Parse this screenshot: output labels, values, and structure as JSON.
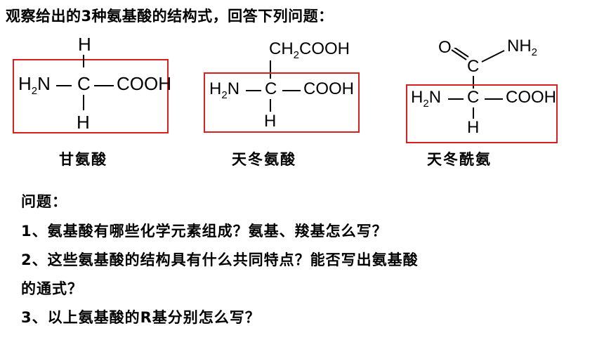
{
  "heading": "观察给出的3种氨基酸的结构式，回答下列问题：",
  "structures": [
    {
      "top_group": "H",
      "left_group_main": "H",
      "left_group_sub": "2",
      "left_group_tail": "N",
      "center": "C",
      "right_group": "COOH",
      "bottom_group": "H",
      "name": "甘氨酸"
    },
    {
      "top_group_main": "CH",
      "top_group_sub": "2",
      "top_group_tail": "COOH",
      "left_group_main": "H",
      "left_group_sub": "2",
      "left_group_tail": "N",
      "center": "C",
      "right_group": "COOH",
      "bottom_group": "H",
      "name": "天冬氨酸"
    },
    {
      "amide_o": "O",
      "amide_nh_main": "NH",
      "amide_nh_sub": "2",
      "amide_c": "C",
      "left_group_main": "H",
      "left_group_sub": "2",
      "left_group_tail": "N",
      "center": "C",
      "right_group": "COOH",
      "bottom_group": "H",
      "name": "天冬酰氨"
    }
  ],
  "questions": {
    "title": "问题：",
    "q1": "1、氨基酸有哪些化学元素组成？氨基、羧基怎么写？",
    "q2_line1": "2、这些氨基酸的结构具有什么共同特点？能否写出氨基酸",
    "q2_line2": "的通式？",
    "q3": "3、以上氨基酸的R基分别怎么写？"
  },
  "colors": {
    "box_border": "#d92020",
    "text": "#000000"
  }
}
